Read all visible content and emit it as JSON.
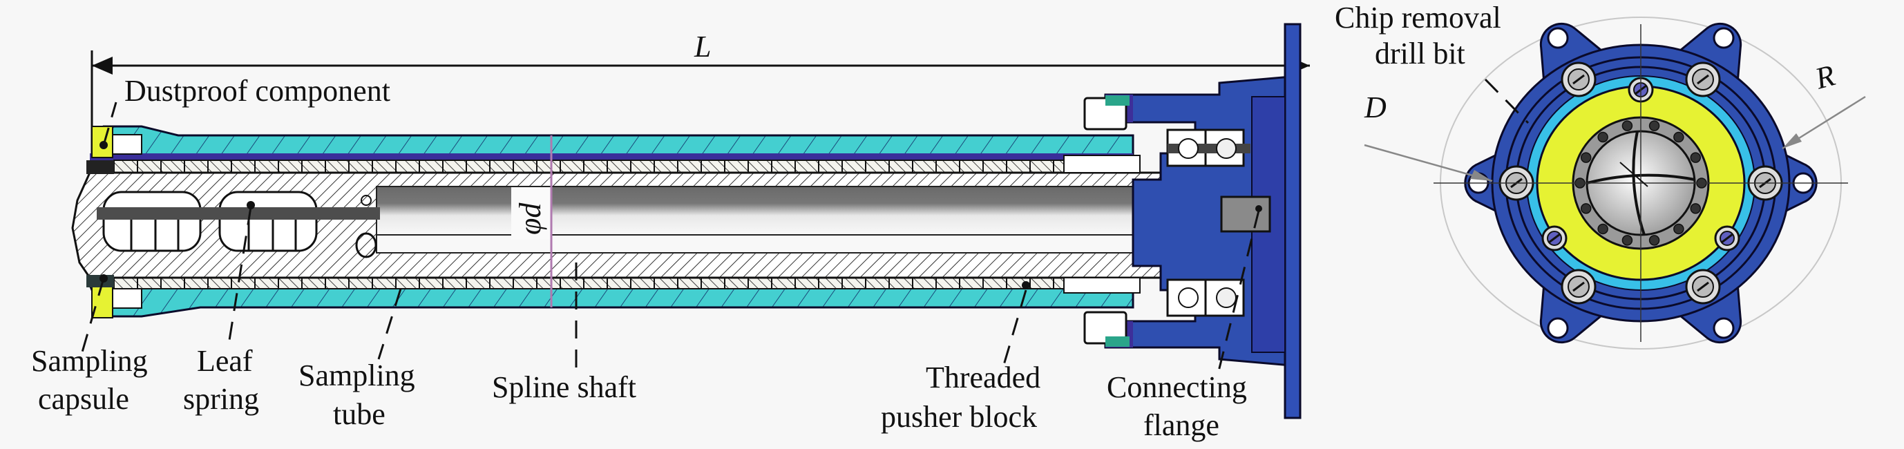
{
  "figure": {
    "type": "mechanical cross-section diagram",
    "views": [
      "side section view",
      "front end view"
    ]
  },
  "dimensions": {
    "length_symbol": "L",
    "bore_diameter_symbol": "φd",
    "outer_diameter_symbol": "D",
    "radius_symbol": "R"
  },
  "labels": {
    "dustproof_component": "Dustproof component",
    "sampling_capsule_line1": "Sampling",
    "sampling_capsule_line2": "capsule",
    "leaf_spring_line1": "Leaf",
    "leaf_spring_line2": "spring",
    "sampling_tube_line1": "Sampling",
    "sampling_tube_line2": "tube",
    "spline_shaft": "Spline shaft",
    "threaded_pusher_line1": "Threaded",
    "threaded_pusher_line2": "pusher block",
    "connecting_flange_line1": "Connecting",
    "connecting_flange_line2": "flange",
    "drill_bit_line1": "Chip removal",
    "drill_bit_line2": "drill bit"
  },
  "colors": {
    "background": "#f7f7f7",
    "sampling_tube": "#3fcfcf",
    "sampling_tube_light": "#7fd8e0",
    "flange_blue": "#2f4fb0",
    "flange_dark": "#25308f",
    "dustproof_yellow": "#e6f233",
    "hatch_grey": "#555555",
    "bore_grey": "#6e6e6e",
    "ring_cyan": "#38c0e8"
  }
}
